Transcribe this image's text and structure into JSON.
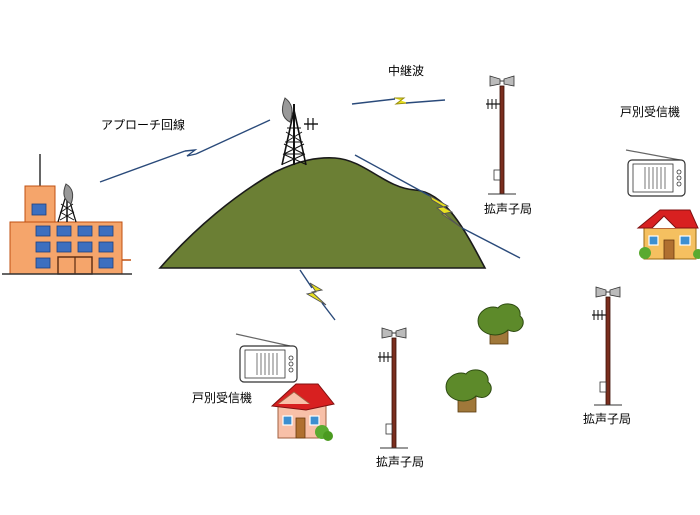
{
  "labels": {
    "approach_line": "アプローチ回線",
    "relay_wave": "中継波",
    "household_receiver_top": "戸別受信機",
    "household_receiver_left": "戸別受信機",
    "loudspeaker_top": "拡声子局",
    "loudspeaker_bottom": "拡声子局",
    "loudspeaker_right": "拡声子局"
  },
  "colors": {
    "mountain": "#6b7f34",
    "building": "#f5a56b",
    "window": "#3d6fbf",
    "pole": "#7a2e1e",
    "link_line": "#2a4a7a",
    "lightning": "#e8e020",
    "roof_red": "#d82020",
    "house_wall": "#f8c0a8",
    "tree": "#5d8a2a",
    "trunk": "#a0783a"
  }
}
